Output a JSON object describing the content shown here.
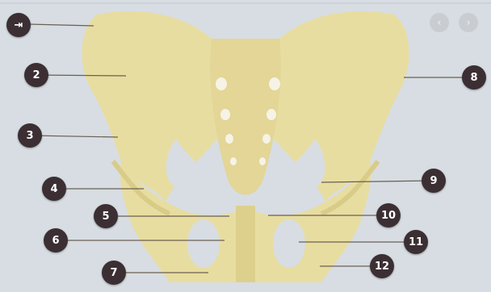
{
  "controls": {
    "collapse_icon": "⇥",
    "prev_icon": "‹",
    "next_icon": "›"
  },
  "colors": {
    "bone": "#e8dda0",
    "bone_shadow": "#d9cc88",
    "marker": "#3b2f33",
    "background": "#d7dde2"
  },
  "labels": {
    "l2": "2",
    "l3": "3",
    "l4": "4",
    "l5": "5",
    "l6": "6",
    "l7": "7",
    "l8": "8",
    "l9": "9",
    "l10": "10",
    "l11": "11",
    "l12": "12"
  }
}
